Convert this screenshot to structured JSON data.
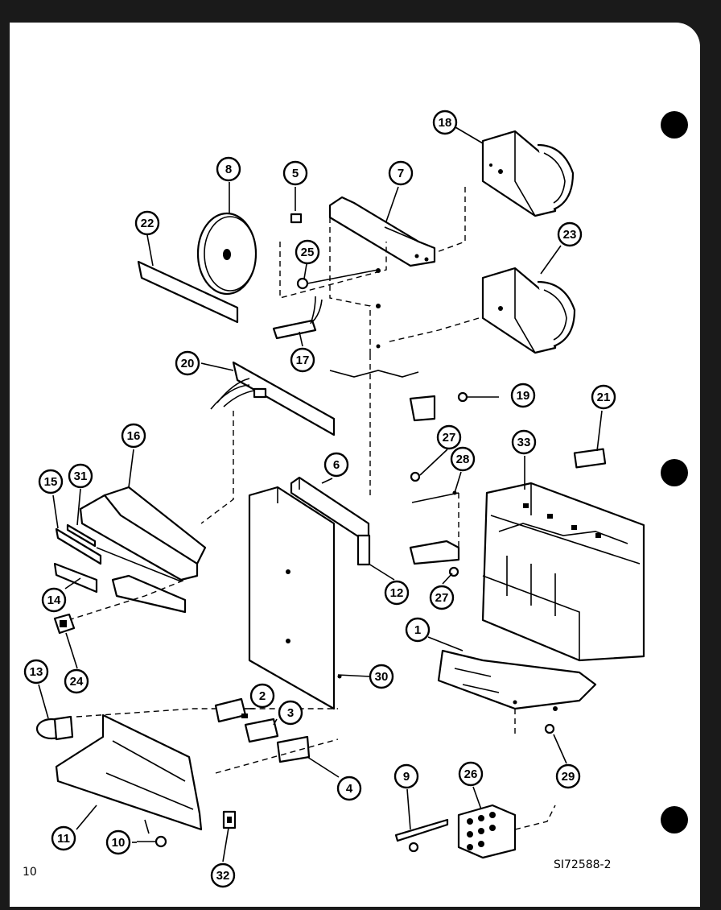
{
  "page_number": "10",
  "figure_code": "SI72588-2",
  "callouts": [
    "18",
    "8",
    "5",
    "7",
    "22",
    "25",
    "23",
    "17",
    "20",
    "19",
    "21",
    "16",
    "27",
    "28",
    "33",
    "15",
    "31",
    "6",
    "12",
    "14",
    "27",
    "24",
    "1",
    "13",
    "30",
    "2",
    "3",
    "29",
    "4",
    "9",
    "26",
    "11",
    "10",
    "32"
  ],
  "colors": {
    "ink": "#000000",
    "paper": "#ffffff",
    "binder_holes": "#000000"
  },
  "binder_holes": 3
}
